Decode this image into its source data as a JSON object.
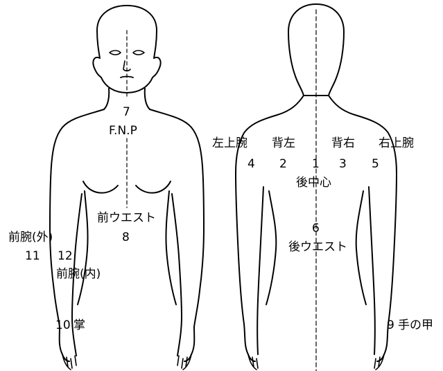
{
  "colors": {
    "line": "#000000",
    "background": "#ffffff"
  },
  "front": {
    "fnp_number": "7",
    "fnp_label": "F.N.P",
    "front_waist_label": "前ウエスト",
    "front_waist_number": "8",
    "forearm_outer_label": "前腕(外)",
    "forearm_outer_number": "11",
    "forearm_inner_number": "12",
    "forearm_inner_label": "前腕(内)",
    "palm_number": "10",
    "palm_label": "掌"
  },
  "back": {
    "left_upper_arm_label": "左上腕",
    "left_upper_arm_number": "4",
    "back_left_label": "背左",
    "back_left_number": "2",
    "back_center_number": "1",
    "back_center_label": "後中心",
    "back_right_label": "背右",
    "back_right_number": "3",
    "right_upper_arm_label": "右上腕",
    "right_upper_arm_number": "5",
    "back_waist_number": "6",
    "back_waist_label": "後ウエスト",
    "back_of_hand_number": "9",
    "back_of_hand_label": "手の甲"
  }
}
